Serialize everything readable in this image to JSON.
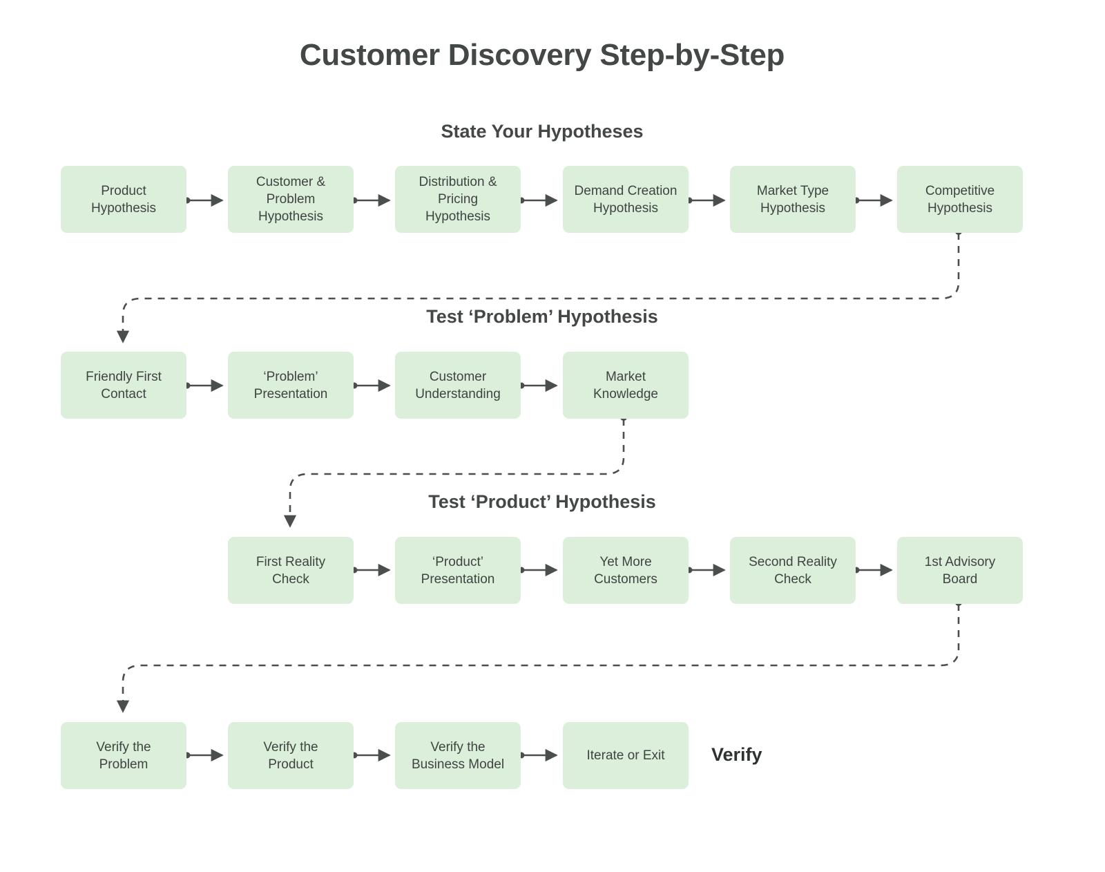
{
  "title": "Customer Discovery Step-by-Step",
  "colors": {
    "node_fill": "#dcefda",
    "text": "#3f4442",
    "heading": "#434746",
    "connector": "#4a4f4d",
    "background": "#ffffff"
  },
  "sections": [
    {
      "id": "state-your-hypotheses",
      "heading": "State Your Hypotheses",
      "nodes": [
        {
          "id": "product-hypothesis",
          "label": "Product\nHypothesis"
        },
        {
          "id": "customer-problem-hypothesis",
          "label": "Customer &\nProblem\nHypothesis"
        },
        {
          "id": "distribution-pricing-hypothesis",
          "label": "Distribution &\nPricing\nHypothesis"
        },
        {
          "id": "demand-creation-hypothesis",
          "label": "Demand Creation\nHypothesis"
        },
        {
          "id": "market-type-hypothesis",
          "label": "Market Type\nHypothesis"
        },
        {
          "id": "competitive-hypothesis",
          "label": "Competitive\nHypothesis"
        }
      ]
    },
    {
      "id": "test-problem-hypothesis",
      "heading": "Test ‘Problem’ Hypothesis",
      "nodes": [
        {
          "id": "friendly-first-contact",
          "label": "Friendly First\nContact"
        },
        {
          "id": "problem-presentation",
          "label": "‘Problem’\nPresentation"
        },
        {
          "id": "customer-understanding",
          "label": "Customer\nUnderstanding"
        },
        {
          "id": "market-knowledge",
          "label": "Market\nKnowledge"
        }
      ]
    },
    {
      "id": "test-product-hypothesis",
      "heading": "Test ‘Product’ Hypothesis",
      "nodes": [
        {
          "id": "first-reality-check",
          "label": "First Reality\nCheck"
        },
        {
          "id": "product-presentation",
          "label": "‘Product’\nPresentation"
        },
        {
          "id": "yet-more-customers",
          "label": "Yet More\nCustomers"
        },
        {
          "id": "second-reality-check",
          "label": "Second Reality\nCheck"
        },
        {
          "id": "first-advisory-board",
          "label": "1st Advisory\nBoard"
        }
      ]
    },
    {
      "id": "verify",
      "heading": "Verify",
      "nodes": [
        {
          "id": "verify-the-problem",
          "label": "Verify the\nProblem"
        },
        {
          "id": "verify-the-product",
          "label": "Verify the\nProduct"
        },
        {
          "id": "verify-the-business-model",
          "label": "Verify the\nBusiness Model"
        },
        {
          "id": "iterate-or-exit",
          "label": "Iterate or Exit"
        }
      ]
    }
  ]
}
